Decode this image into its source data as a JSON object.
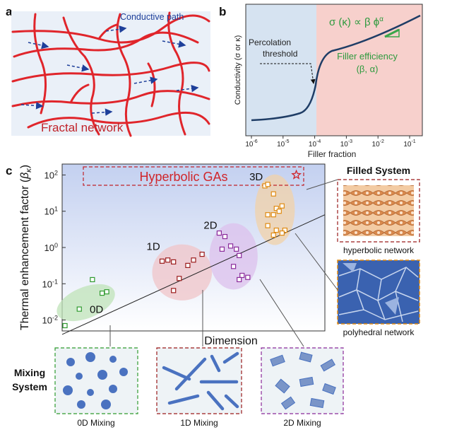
{
  "panel_a": {
    "label": "a",
    "conductive_path": "Conductive path",
    "network_label": "Fractal network"
  },
  "panel_b": {
    "label": "b",
    "equation": "σ (κ) ∝ β ϕ",
    "equation_exponent": "α",
    "percolation": [
      "Percolation",
      "threshold"
    ],
    "filler_efficiency": [
      "Filler efficiency",
      "(β, α)"
    ],
    "ylabel": "Conductivity (σ or κ)",
    "xlabel": "Filler fraction",
    "x_ticks": [
      {
        "base": "10",
        "exp": "-6"
      },
      {
        "base": "10",
        "exp": "-5"
      },
      {
        "base": "10",
        "exp": "-4"
      },
      {
        "base": "10",
        "exp": "-3"
      },
      {
        "base": "10",
        "exp": "-2"
      },
      {
        "base": "10",
        "exp": "-1"
      }
    ]
  },
  "panel_c": {
    "label": "c",
    "hyperbolic": "Hyperbolic GAs",
    "filled_system": "Filled System",
    "hyperbolic_network": "hyperbolic network",
    "polyhedral_network": "polyhedral network",
    "mixing_system": [
      "Mixing",
      "System"
    ],
    "mixing_labels": [
      "0D Mixing",
      "1D Mixing",
      "2D Mixing"
    ]
  },
  "chart_data": {
    "type": "scatter",
    "ylabel": "Thermal enhancement factor (βκ)",
    "xlabel": "Dimension",
    "y_scale": "log",
    "ylim": [
      0.005,
      200
    ],
    "y_ticks": [
      {
        "base": "10",
        "exp": "2"
      },
      {
        "base": "10",
        "exp": "1"
      },
      {
        "base": "10",
        "exp": "0"
      },
      {
        "base": "10",
        "exp": "-1"
      },
      {
        "base": "10",
        "exp": "-2"
      }
    ],
    "groups": [
      {
        "name": "0D",
        "color": "#2e9a2e",
        "points": [
          [
            0.05,
            0.007
          ],
          [
            0.3,
            0.02
          ],
          [
            0.53,
            0.13
          ],
          [
            0.7,
            0.055
          ],
          [
            0.78,
            0.06
          ]
        ]
      },
      {
        "name": "1D",
        "color": "#9a1a1a",
        "points": [
          [
            1.75,
            0.42
          ],
          [
            1.85,
            0.45
          ],
          [
            1.95,
            0.4
          ],
          [
            2.05,
            0.14
          ],
          [
            2.2,
            0.32
          ],
          [
            2.3,
            0.45
          ],
          [
            2.45,
            0.65
          ],
          [
            1.95,
            0.065
          ]
        ]
      },
      {
        "name": "2D",
        "color": "#8a2a9a",
        "points": [
          [
            2.75,
            2.5
          ],
          [
            2.85,
            2.0
          ],
          [
            2.95,
            1.1
          ],
          [
            2.8,
            0.9
          ],
          [
            3.05,
            0.9
          ],
          [
            3.1,
            0.6
          ],
          [
            3.0,
            0.3
          ],
          [
            3.15,
            0.17
          ],
          [
            3.25,
            0.15
          ],
          [
            3.1,
            0.13
          ]
        ]
      },
      {
        "name": "3D",
        "color": "#e08a10",
        "points": [
          [
            3.55,
            50
          ],
          [
            3.6,
            55
          ],
          [
            3.7,
            30
          ],
          [
            3.75,
            12
          ],
          [
            3.6,
            8
          ],
          [
            3.7,
            8
          ],
          [
            3.8,
            10
          ],
          [
            3.85,
            14
          ],
          [
            3.6,
            4
          ],
          [
            3.75,
            3
          ],
          [
            3.9,
            3
          ],
          [
            3.7,
            2.2
          ],
          [
            3.85,
            2.5
          ]
        ]
      }
    ],
    "hyperbolic_point": [
      4.1,
      100
    ],
    "trend_line": [
      [
        0,
        0.004
      ],
      [
        4.6,
        8
      ]
    ]
  }
}
